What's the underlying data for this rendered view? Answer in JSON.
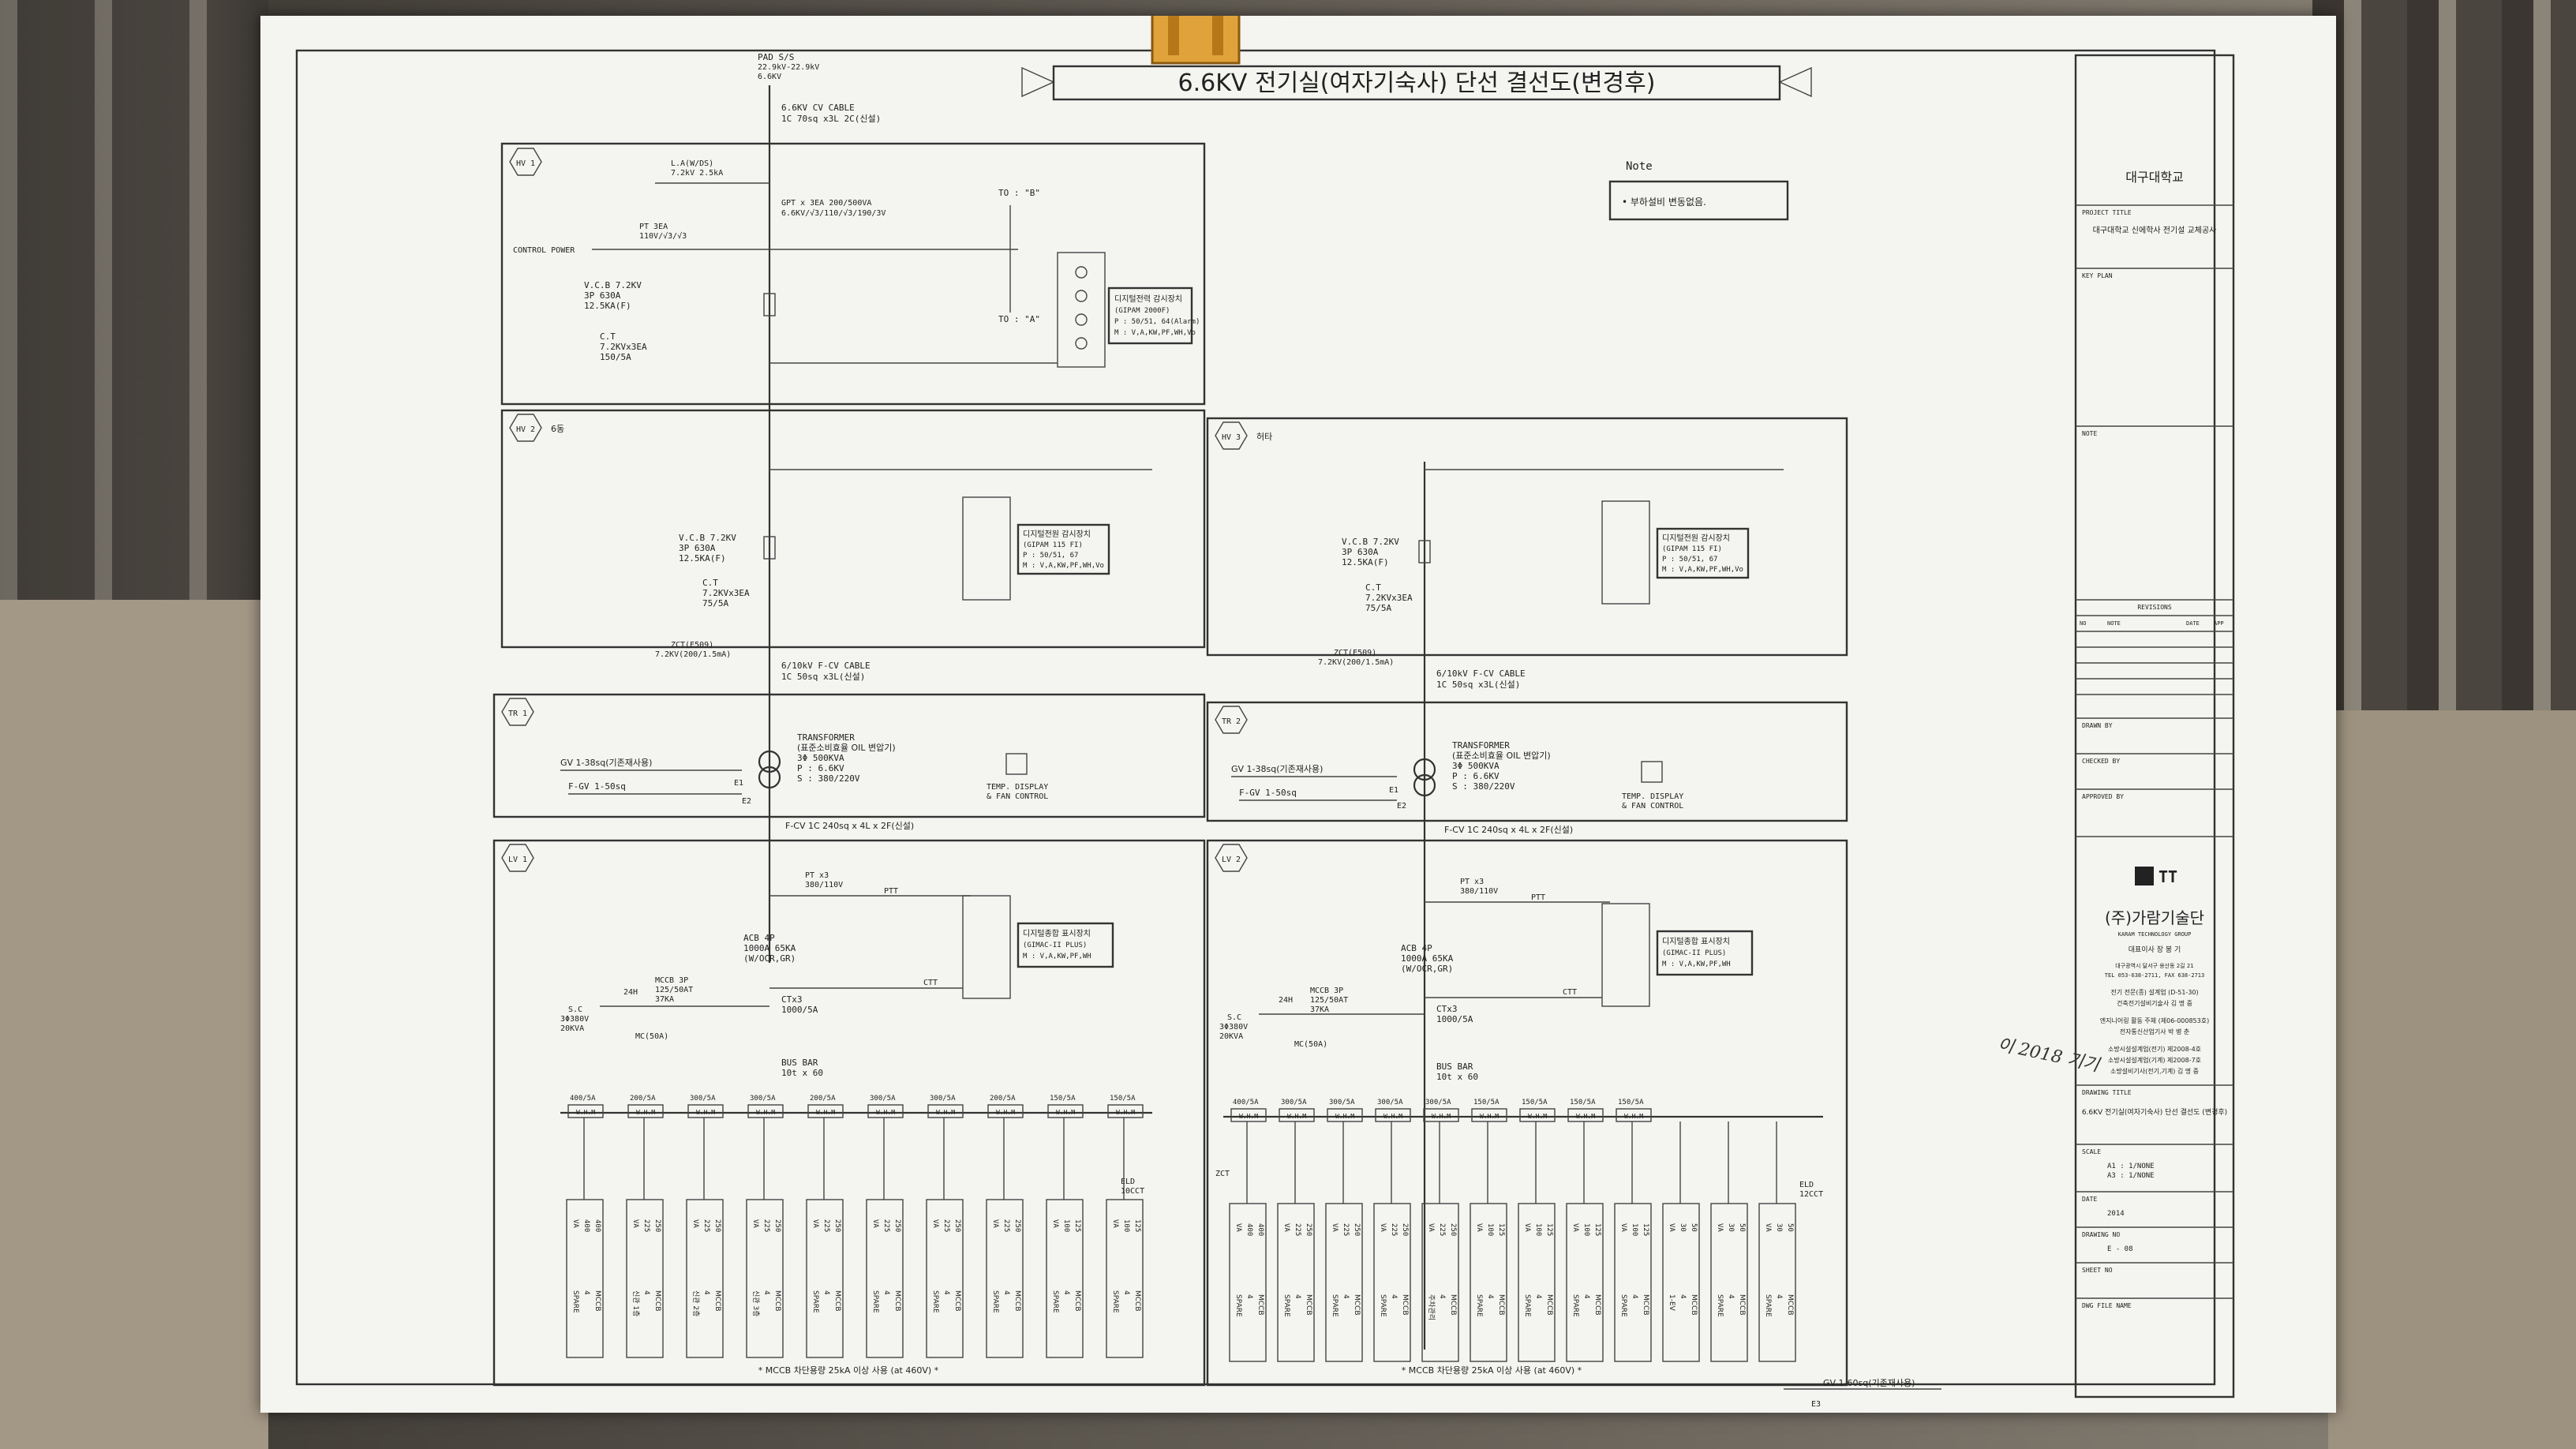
{
  "title": "6.6KV 전기실(여자기숙사) 단선 결선도(변경후)",
  "note": {
    "label": "Note",
    "text": "• 부하설비 변동없음."
  },
  "incoming": {
    "pad": "PAD S/S",
    "pad2": "22.9kV-22.9kV",
    "pad3": "6.6KV",
    "cable": "6.6KV CV CABLE",
    "cable2": "1C 70sq x3L 2C(신설)"
  },
  "hv1": {
    "tag": "HV 1",
    "la": "L.A(W/DS)",
    "la2": "7.2kV 2.5kA",
    "gpt": "GPT x 3EA 200/500VA",
    "gpt2": "6.6KV/√3/110/√3/190/3V",
    "pt": "PT 3EA",
    "pt2": "110V/√3/√3",
    "control": "CONTROL POWER",
    "vcb": "V.C.B 7.2KV",
    "vcb2": "3P 630A",
    "vcb3": "12.5KA(F)",
    "ct": "C.T",
    "ct2": "7.2KVx3EA",
    "ct3": "150/5A",
    "to_b": "TO : \"B\"",
    "to_a": "TO : \"A\"",
    "meter": "디지털전력 감시장치",
    "meter2": "(GIPAM 2000F)",
    "meter3": "P : 50/51, 64(Alarm)",
    "meter4": "M : V,A,KW,PF,WH,Vo"
  },
  "hv2": {
    "tag": "HV 2",
    "label": "6동",
    "vcb": "V.C.B 7.2KV",
    "vcb2": "3P 630A",
    "vcb3": "12.5KA(F)",
    "ct": "C.T",
    "ct2": "7.2KVx3EA",
    "ct3": "75/5A",
    "zct": "ZCT(E509)",
    "zct2": "7.2KV(200/1.5mA)",
    "meter": "디지털전원 감시장치",
    "meter2": "(GIPAM 115 FI)",
    "meter3": "P : 50/51, 67",
    "meter4": "M : V,A,KW,PF,WH,Vo",
    "cable": "6/10kV F-CV CABLE",
    "cable2": "1C 50sq x3L(신설)"
  },
  "hv3": {
    "tag": "HV 3",
    "label": "허타",
    "vcb": "V.C.B 7.2KV",
    "vcb2": "3P 630A",
    "vcb3": "12.5KA(F)",
    "ct": "C.T",
    "ct2": "7.2KVx3EA",
    "ct3": "75/5A",
    "zct": "ZCT(E509)",
    "zct2": "7.2KV(200/1.5mA)",
    "meter": "디지털전원 감시장치",
    "meter2": "(GIPAM 115 FI)",
    "meter3": "P : 50/51, 67",
    "meter4": "M : V,A,KW,PF,WH,Vo",
    "cable": "6/10kV F-CV CABLE",
    "cable2": "1C 50sq x3L(신설)"
  },
  "tr1": {
    "tag": "TR 1",
    "tf": "TRANSFORMER",
    "tf2": "(표준소비효율 OIL 변압기)",
    "tf3": "3Φ 500KVA",
    "tf4": "P : 6.6KV",
    "tf5": "S : 380/220V",
    "gv": "GV 1-38sq(기존재사용)",
    "fgv": "F-GV 1-50sq",
    "e1": "E1",
    "e2": "E2",
    "temp": "TEMP. DISPLAY",
    "temp2": "& FAN CONTROL",
    "cable": "F-CV 1C 240sq x 4L x 2F(신설)"
  },
  "tr2": {
    "tag": "TR 2",
    "tf": "TRANSFORMER",
    "tf2": "(표준소비효율 OIL 변압기)",
    "tf3": "3Φ 500KVA",
    "tf4": "P : 6.6KV",
    "tf5": "S : 380/220V",
    "gv": "GV 1-38sq(기존재사용)",
    "fgv": "F-GV 1-50sq",
    "e1": "E1",
    "e2": "E2",
    "temp": "TEMP. DISPLAY",
    "temp2": "& FAN CONTROL",
    "cable": "F-CV 1C 240sq x 4L x 2F(신설)"
  },
  "lv1": {
    "tag": "LV 1",
    "acb": "ACB 4P",
    "acb2": "1000A 65KA",
    "acb3": "(W/OCR,GR)",
    "pt": "PT x3",
    "pt2": "380/110V",
    "ptt": "PTT",
    "ctt": "CTT",
    "ctx": "CTx3",
    "ctx2": "1000/5A",
    "mccb": "MCCB 3P",
    "mccb2": "125/50AT",
    "mccb3": "37KA",
    "sc": "S.C",
    "sc2": "3Φ380V",
    "sc3": "20KVA",
    "mc": "MC(50A)",
    "h24": "24H",
    "bus": "BUS BAR",
    "bus2": "10t x 60",
    "meter": "디지털종합 표시장치",
    "meter2": "(GIMAC-II PLUS)",
    "meter3": "M : V,A,KW,PF,WH",
    "elb": "ELD",
    "elb2": "10CCT",
    "mccb_note": "* MCCB 차단용량 25kA 이상 사용 (at 460V) *"
  },
  "lv2": {
    "tag": "LV 2",
    "acb": "ACB 4P",
    "acb2": "1000A 65KA",
    "acb3": "(W/OCR,GR)",
    "pt": "PT x3",
    "pt2": "380/110V",
    "ptt": "PTT",
    "ctt": "CTT",
    "ctx": "CTx3",
    "ctx2": "1000/5A",
    "mccb": "MCCB 3P",
    "mccb2": "125/50AT",
    "mccb3": "37KA",
    "sc": "S.C",
    "sc2": "3Φ380V",
    "sc3": "20KVA",
    "mc": "MC(50A)",
    "h24": "24H",
    "bus": "BUS BAR",
    "bus2": "10t x 60",
    "meter": "디지털종합 표시장치",
    "meter2": "(GIMAC-II PLUS)",
    "meter3": "M : V,A,KW,PF,WH",
    "elb": "ELD",
    "elb2": "12CCT",
    "zct": "ZCT",
    "mccb_note": "* MCCB 차단용량 25kA 이상 사용 (at 460V) *",
    "gv": "GV 1-60sq(기존재사용)",
    "e3": "E3"
  },
  "lv1_feeders": [
    {
      "ct": "400/5A",
      "name": "SPARE",
      "type": "MCCB",
      "p": "4",
      "at": "400",
      "af": "400"
    },
    {
      "ct": "200/5A",
      "name": "신관 1층",
      "type": "MCCB",
      "p": "4",
      "at": "250",
      "af": "225"
    },
    {
      "ct": "300/5A",
      "name": "신관 2층",
      "type": "MCCB",
      "p": "4",
      "at": "250",
      "af": "225"
    },
    {
      "ct": "300/5A",
      "name": "신관 3층",
      "type": "MCCB",
      "p": "4",
      "at": "250",
      "af": "225"
    },
    {
      "ct": "200/5A",
      "name": "SPARE",
      "type": "MCCB",
      "p": "4",
      "at": "250",
      "af": "225"
    },
    {
      "ct": "300/5A",
      "name": "SPARE",
      "type": "MCCB",
      "p": "4",
      "at": "250",
      "af": "225"
    },
    {
      "ct": "300/5A",
      "name": "SPARE",
      "type": "MCCB",
      "p": "4",
      "at": "250",
      "af": "225"
    },
    {
      "ct": "200/5A",
      "name": "SPARE",
      "type": "MCCB",
      "p": "4",
      "at": "250",
      "af": "225"
    },
    {
      "ct": "150/5A",
      "name": "SPARE",
      "type": "MCCB",
      "p": "4",
      "at": "125",
      "af": "100"
    },
    {
      "ct": "150/5A",
      "name": "SPARE",
      "type": "MCCB",
      "p": "4",
      "at": "125",
      "af": "100"
    }
  ],
  "lv2_feeders": [
    {
      "ct": "400/5A",
      "name": "SPARE",
      "type": "MCCB",
      "p": "4",
      "at": "400",
      "af": "400"
    },
    {
      "ct": "300/5A",
      "name": "SPARE",
      "type": "MCCB",
      "p": "4",
      "at": "250",
      "af": "225"
    },
    {
      "ct": "300/5A",
      "name": "SPARE",
      "type": "MCCB",
      "p": "4",
      "at": "250",
      "af": "225"
    },
    {
      "ct": "300/5A",
      "name": "SPARE",
      "type": "MCCB",
      "p": "4",
      "at": "250",
      "af": "225"
    },
    {
      "ct": "300/5A",
      "name": "주차관리",
      "type": "MCCB",
      "p": "4",
      "at": "250",
      "af": "225"
    },
    {
      "ct": "150/5A",
      "name": "SPARE",
      "type": "MCCB",
      "p": "4",
      "at": "125",
      "af": "100"
    },
    {
      "ct": "150/5A",
      "name": "SPARE",
      "type": "MCCB",
      "p": "4",
      "at": "125",
      "af": "100"
    },
    {
      "ct": "150/5A",
      "name": "SPARE",
      "type": "MCCB",
      "p": "4",
      "at": "125",
      "af": "100"
    },
    {
      "ct": "150/5A",
      "name": "SPARE",
      "type": "MCCB",
      "p": "4",
      "at": "125",
      "af": "100"
    },
    {
      "ct": "",
      "name": "1-EV",
      "type": "MCCB",
      "p": "4",
      "at": "50",
      "af": "30"
    },
    {
      "ct": "",
      "name": "SPARE",
      "type": "MCCB",
      "p": "4",
      "at": "50",
      "af": "30"
    },
    {
      "ct": "",
      "name": "SPARE",
      "type": "MCCB",
      "p": "4",
      "at": "50",
      "af": "30"
    }
  ],
  "wh_label": "W.H.M",
  "feeder_va": "VA",
  "title_block": {
    "owner": "대구대학교",
    "project_label": "PROJECT TITLE",
    "project": "대구대학교 신에학사 전기설 교체공사",
    "keyplan": "KEY PLAN",
    "note": "NOTE",
    "revisions": "REVISIONS",
    "rev_no": "NO",
    "rev_note": "NOTE",
    "rev_date": "DATE",
    "rev_app": "APP",
    "drawn": "DRAWN BY",
    "checked": "CHECKED BY",
    "approved": "APPROVED BY",
    "company": "(주)가람기술단",
    "company_en": "KARAM TECHNOLOGY GROUP",
    "ceo": "대표이사 장 봉 기",
    "addr": "대구광역시 달서구 용산동 2길 21",
    "tel": "TEL 053-638-2711, FAX 638-2713",
    "lic1": "전기 전문(종) 설계업 (D-51-30)",
    "lic2": "건축전기설비기술사 김 명 중",
    "lic3": "엔지니어링 활동 주체 (제06-000853호)",
    "lic4": "전자통신산업기사 박 병 춘",
    "lic5": "소방시설설계업(전기) 제2008-4호",
    "lic6": "소방시설설계업(기계) 제2008-7호",
    "lic7": "소방설비기사(전기,기계) 김 명 중",
    "dwg_title": "DRAWING TITLE",
    "dwg_name": "6.6KV 전기실(여자기숙사) 단선 결선도 (변경후)",
    "scale": "SCALE",
    "scale1": "A1 : 1/NONE",
    "scale2": "A3 : 1/NONE",
    "date": "DATE",
    "date_val": "2014",
    "dwg_no": "DRAWING NO",
    "dwg_no_val": "E - 08",
    "sheet": "SHEET NO",
    "file": "DWG FILE NAME"
  },
  "handwriting": "이 2018 기기"
}
